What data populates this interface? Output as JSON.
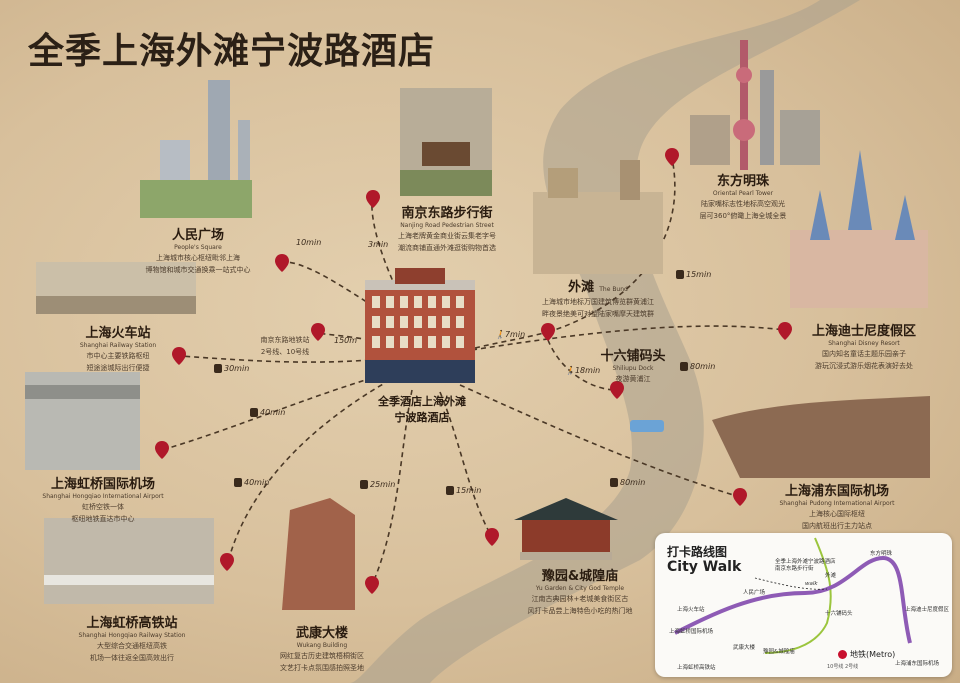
{
  "title": "全季上海外滩宁波路酒店",
  "hotel": {
    "name_line1": "全季酒店上海外滩",
    "name_line2": "宁波路酒店"
  },
  "pois": {
    "peoples_square": {
      "cn": "人民广场",
      "en": "People's Square",
      "desc1": "上海城市核心枢纽毗邻上海",
      "desc2": "博物馆和城市交通换乘一站式中心"
    },
    "nanjing_road": {
      "cn": "南京东路步行街",
      "en": "Nanjing Road Pedestrian Street",
      "desc1": "上海老牌黄金商业街云集老字号",
      "desc2": "潮流商铺直通外滩逛街购物首选"
    },
    "the_bund": {
      "cn": "外滩",
      "en": "The Bund",
      "desc1": "上海城市地标万国建筑博览群黄浦江",
      "desc2": "畔夜景绝美可对望陆家嘴摩天建筑群"
    },
    "oriental_pearl": {
      "cn": "东方明珠",
      "en": "Oriental Pearl Tower",
      "desc1": "陆家嘴标志性地标高空观光",
      "desc2": "层可360°俯瞰上海全城全景"
    },
    "disney": {
      "cn": "上海迪士尼度假区",
      "en": "Shanghai Disney Resort",
      "desc1": "国内知名童话主题乐园亲子",
      "desc2": "游玩沉浸式游乐烟花表演好去处"
    },
    "railway_station": {
      "cn": "上海火车站",
      "en": "Shanghai Railway Station",
      "desc1": "市中心主要铁路枢纽",
      "desc2": "短途途城际出行便捷"
    },
    "hongqiao_airport": {
      "cn": "上海虹桥国际机场",
      "en": "Shanghai Hongqiao International Airport",
      "desc1": "虹桥空铁一体",
      "desc2": "枢纽地铁直达市中心"
    },
    "hongqiao_station": {
      "cn": "上海虹桥高铁站",
      "en": "Shanghai Hongqiao Railway Station",
      "desc1": "大型综合交通枢纽高铁",
      "desc2": "机场一体往返全国高效出行"
    },
    "wukang": {
      "cn": "武康大楼",
      "en": "Wukang Building",
      "desc1": "网红复古历史建筑梧桐街区",
      "desc2": "文艺打卡点氛围感拍照圣地"
    },
    "yuyuan": {
      "cn": "豫园&城隍庙",
      "en": "Yu Garden & City God Temple",
      "desc1": "江南古典园林+老城美食街区古",
      "desc2": "风打卡品尝上海特色小吃的热门地"
    },
    "shiliupu": {
      "cn": "十六铺码头",
      "en": "Shiliupu Dock",
      "desc1": "夜游黄浦江"
    },
    "pudong_airport": {
      "cn": "上海浦东国际机场",
      "en": "Shanghai Pudong International Airport",
      "desc1": "上海核心国际枢纽",
      "desc2": "国内航班出行主力站点"
    }
  },
  "metro_label": {
    "line1": "南京东路地铁站",
    "line2": "2号线、10号线"
  },
  "distances": {
    "peoples_square": "10min",
    "nanjing_road": "3min",
    "nanjing_metro": "150m",
    "railway": "30min",
    "hongqiao_airport": "40min",
    "hongqiao_station": "40min",
    "wukang": "25min",
    "yuyuan": "15min",
    "pudong_airport": "80min",
    "disney": "80min",
    "bund": "7min",
    "shiliupu": "18min",
    "pearl": "15min"
  },
  "inset": {
    "title_cn": "打卡路线图",
    "title_en": "City Walk",
    "labels": {
      "hotel": "全季上海外滩宁波路酒店",
      "nanjing": "南京东路步行街",
      "peoples": "人民广场",
      "railway": "上海火车站",
      "hongqiao_airport": "上海虹桥国际机场",
      "hongqiao_station": "上海虹桥高铁站",
      "wukang": "武康大楼",
      "yuyuan": "豫园&城隍庙",
      "bund": "外滩",
      "shiliupu": "十六铺码头",
      "pearl": "东方明珠",
      "disney": "上海迪士尼度假区",
      "pudong": "上海浦东国际机场"
    },
    "metro": "地铁(Metro)",
    "walk": "walk",
    "legend": "10号线  2号线"
  },
  "colors": {
    "route_walk": "#9bc53d",
    "route_metro": "#8e5bb5",
    "pin": "#b0182a",
    "river": "#a9a08e"
  }
}
